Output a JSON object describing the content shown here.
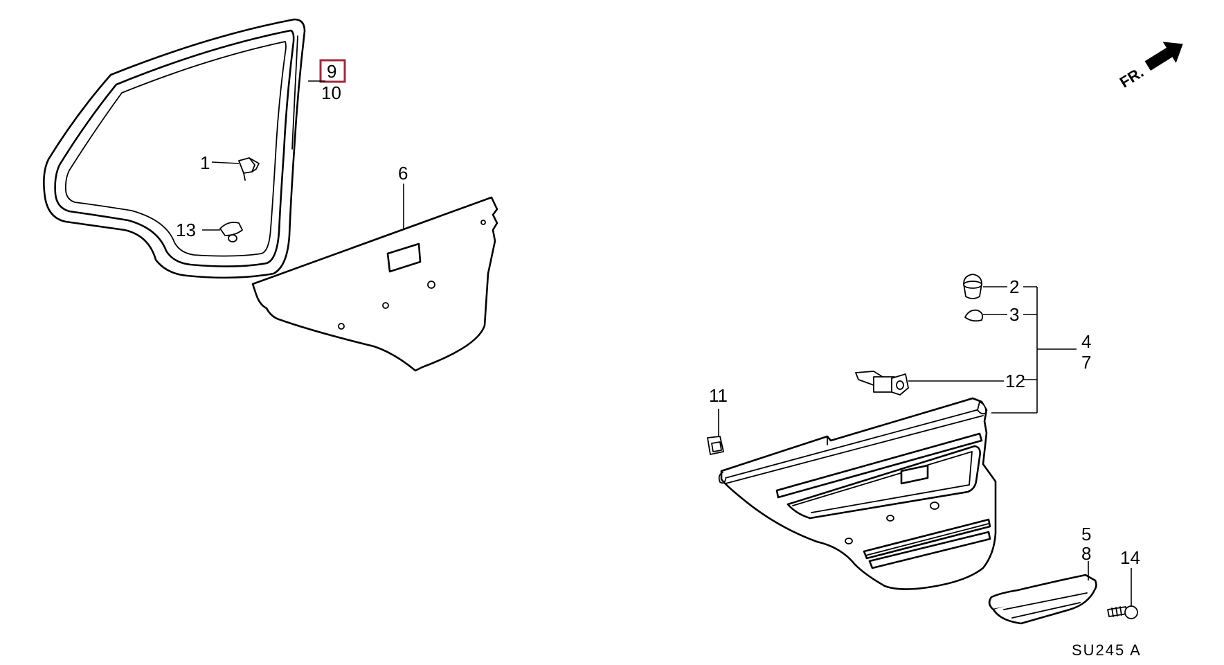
{
  "diagram": {
    "front_indicator": {
      "text": "FR.",
      "icon": "front-direction-arrow-icon"
    },
    "drawing_code": "SU245 A",
    "highlight_color": "#a0283c",
    "part_labels": [
      {
        "id": "1",
        "text": "1",
        "highlighted": false
      },
      {
        "id": "2",
        "text": "2",
        "highlighted": false
      },
      {
        "id": "3",
        "text": "3",
        "highlighted": false
      },
      {
        "id": "4",
        "text": "4",
        "highlighted": false
      },
      {
        "id": "5",
        "text": "5",
        "highlighted": false
      },
      {
        "id": "6",
        "text": "6",
        "highlighted": false
      },
      {
        "id": "7",
        "text": "7",
        "highlighted": false
      },
      {
        "id": "8",
        "text": "8",
        "highlighted": false
      },
      {
        "id": "9",
        "text": "9",
        "highlighted": true
      },
      {
        "id": "10",
        "text": "10",
        "highlighted": false
      },
      {
        "id": "11",
        "text": "11",
        "highlighted": false
      },
      {
        "id": "12",
        "text": "12",
        "highlighted": false
      },
      {
        "id": "13",
        "text": "13",
        "highlighted": false
      },
      {
        "id": "14",
        "text": "14",
        "highlighted": false
      }
    ]
  }
}
